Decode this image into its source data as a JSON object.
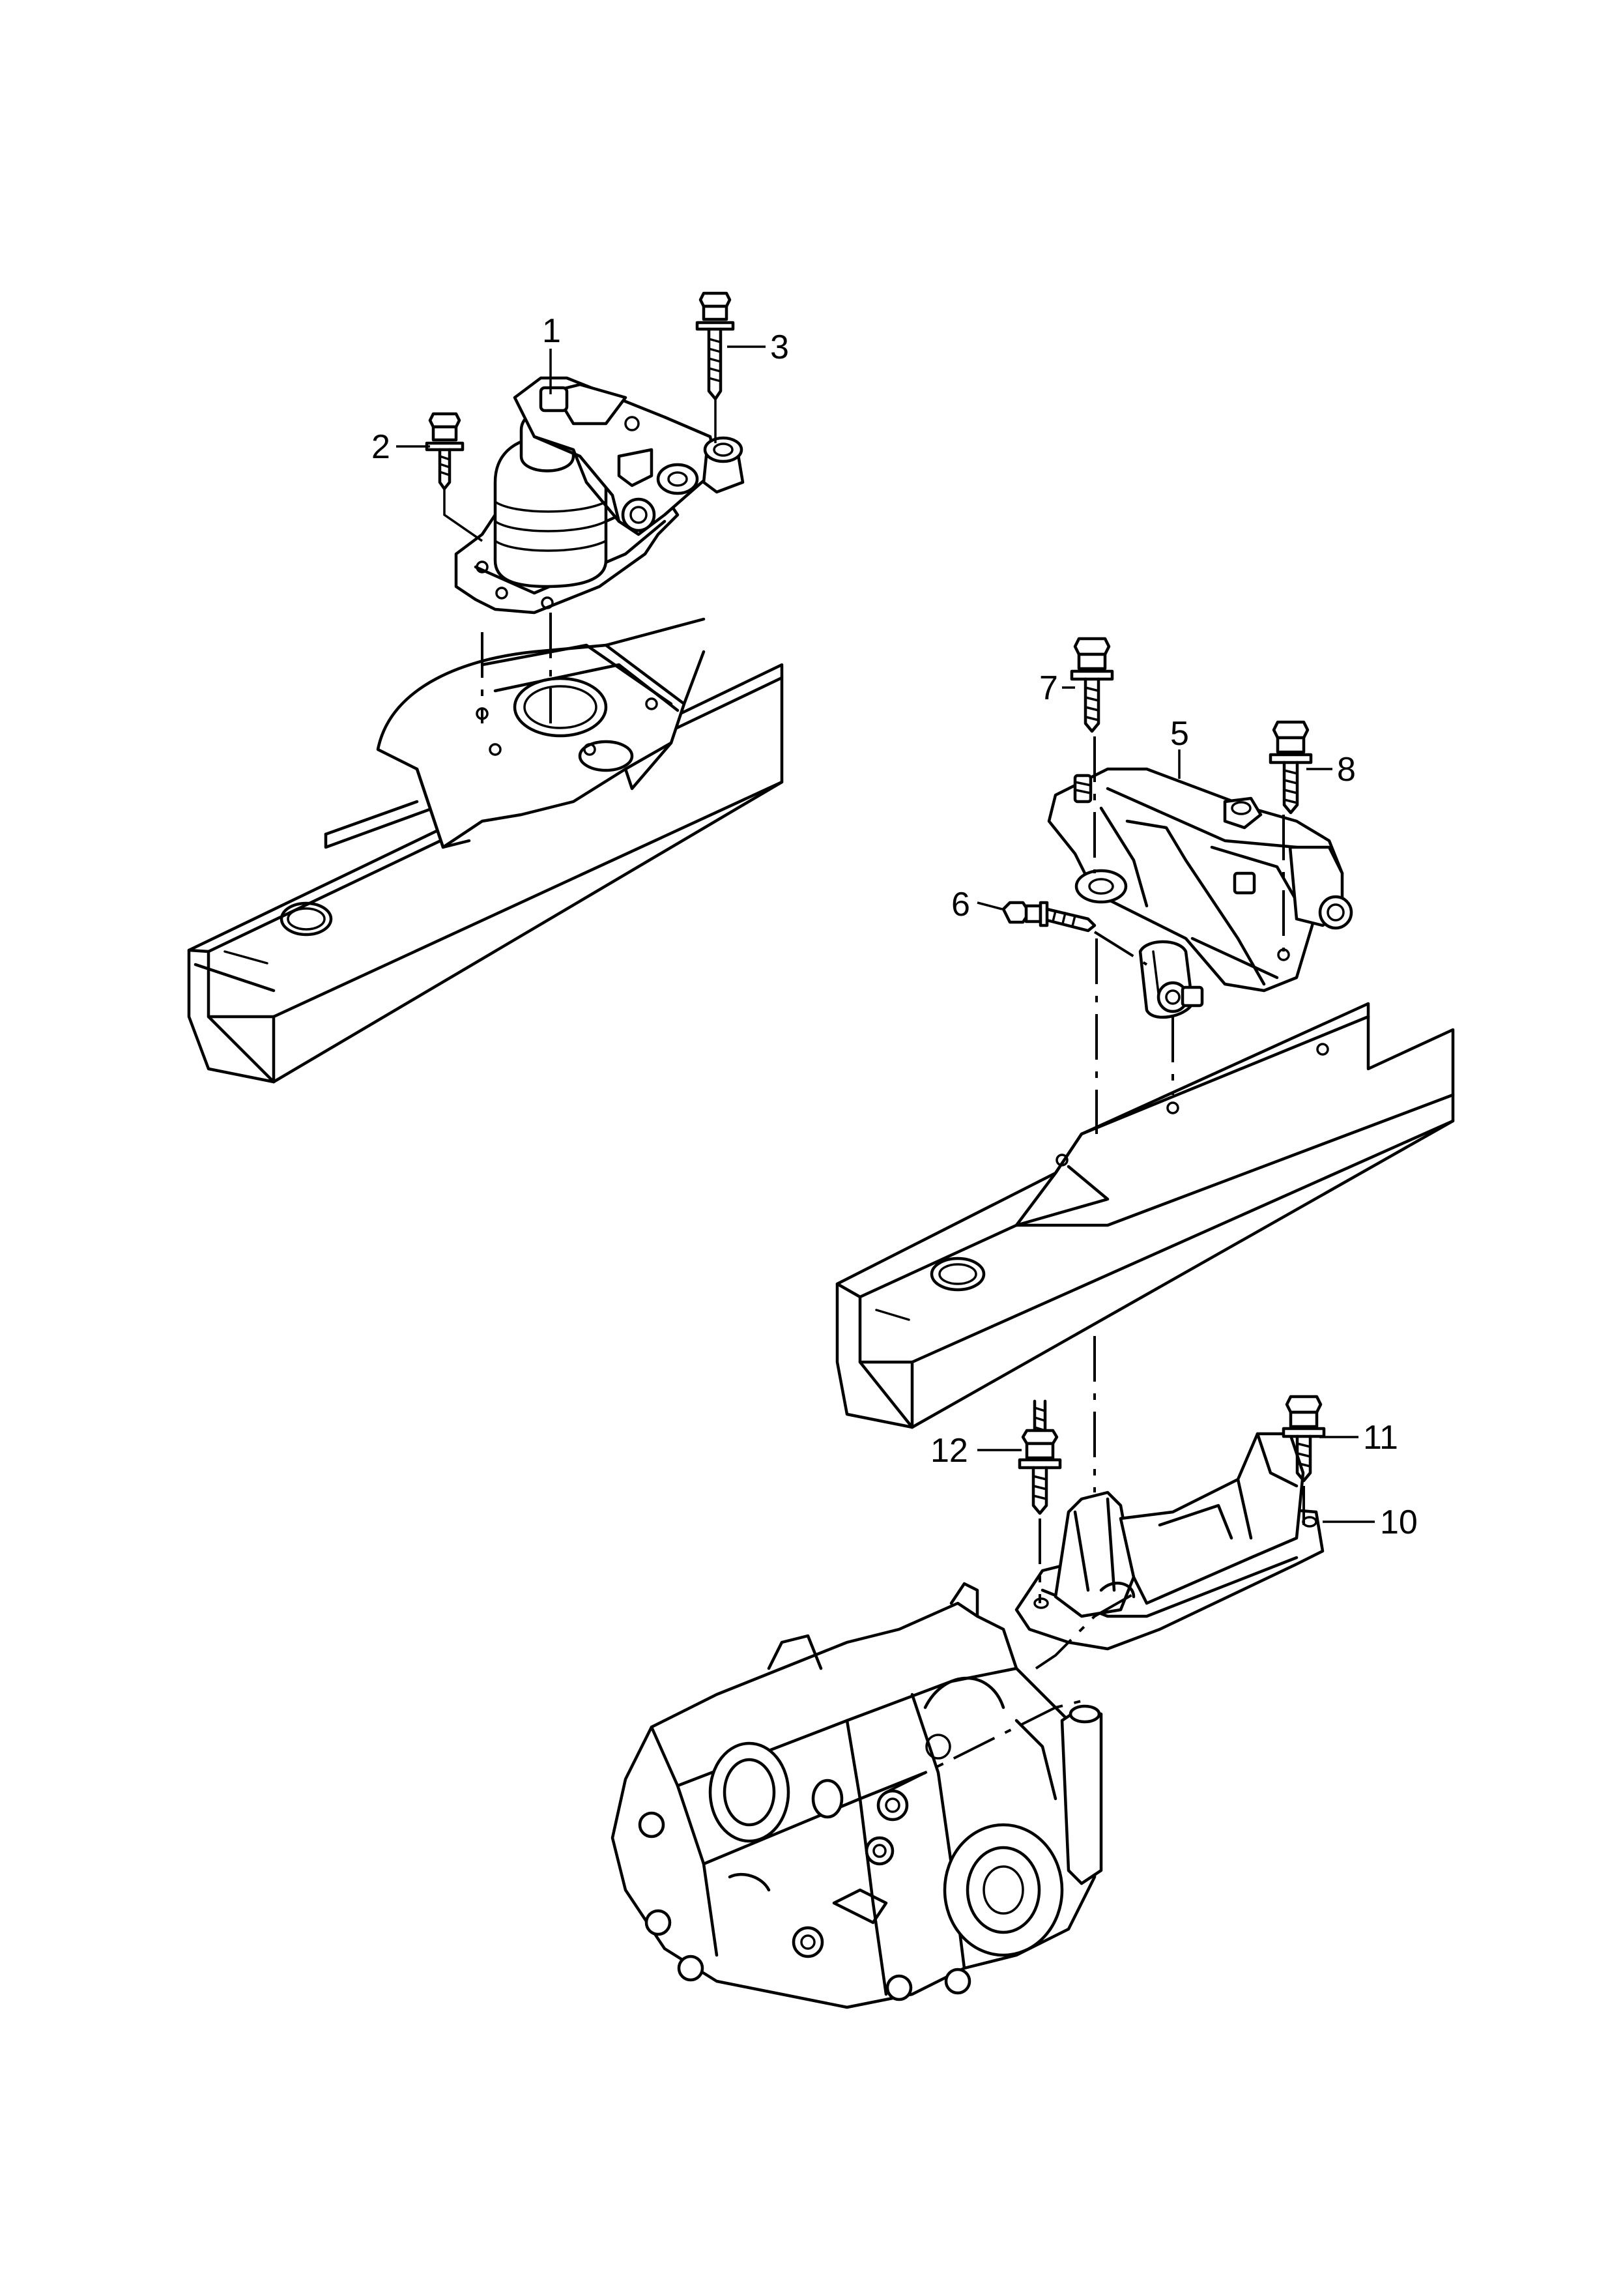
{
  "callouts": [
    {
      "id": "1",
      "text": "1"
    },
    {
      "id": "2",
      "text": "2"
    },
    {
      "id": "3",
      "text": "3"
    },
    {
      "id": "5",
      "text": "5"
    },
    {
      "id": "6",
      "text": "6"
    },
    {
      "id": "7",
      "text": "7"
    },
    {
      "id": "8",
      "text": "8"
    },
    {
      "id": "10",
      "text": "10"
    },
    {
      "id": "11",
      "text": "11"
    },
    {
      "id": "12",
      "text": "12"
    }
  ],
  "colors": {
    "line": "#000000",
    "background": "#ffffff"
  }
}
